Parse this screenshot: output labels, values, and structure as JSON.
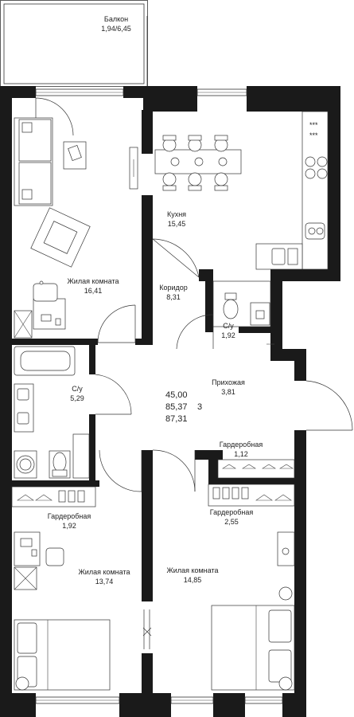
{
  "rooms": {
    "balcony": {
      "name": "Балкон",
      "area": "1,94/6,45"
    },
    "kitchen": {
      "name": "Кухня",
      "area": "15,45"
    },
    "living1": {
      "name": "Жилая комната",
      "area": "16,41"
    },
    "corridor": {
      "name": "Коридор",
      "area": "8,31"
    },
    "bath_small": {
      "name": "С/у",
      "area": "1,92"
    },
    "hall": {
      "name": "Прихожая",
      "area": "3,81"
    },
    "bath_big": {
      "name": "С/у",
      "area": "5,29"
    },
    "wardrobe1": {
      "name": "Гардеробная",
      "area": "1,12"
    },
    "wardrobe2": {
      "name": "Гардеробная",
      "area": "1,92"
    },
    "wardrobe3": {
      "name": "Гардеробная",
      "area": "2,55"
    },
    "living2": {
      "name": "Жилая комната",
      "area": "13,74"
    },
    "living3": {
      "name": "Жилая комната",
      "area": "14,85"
    }
  },
  "totals": {
    "living_area": "45,00",
    "total_area": "85,37",
    "total_with_balcony": "87,31",
    "rooms_count": "3"
  },
  "colors": {
    "wall": "#1a1a1a",
    "line": "#333333",
    "background": "#ffffff"
  }
}
